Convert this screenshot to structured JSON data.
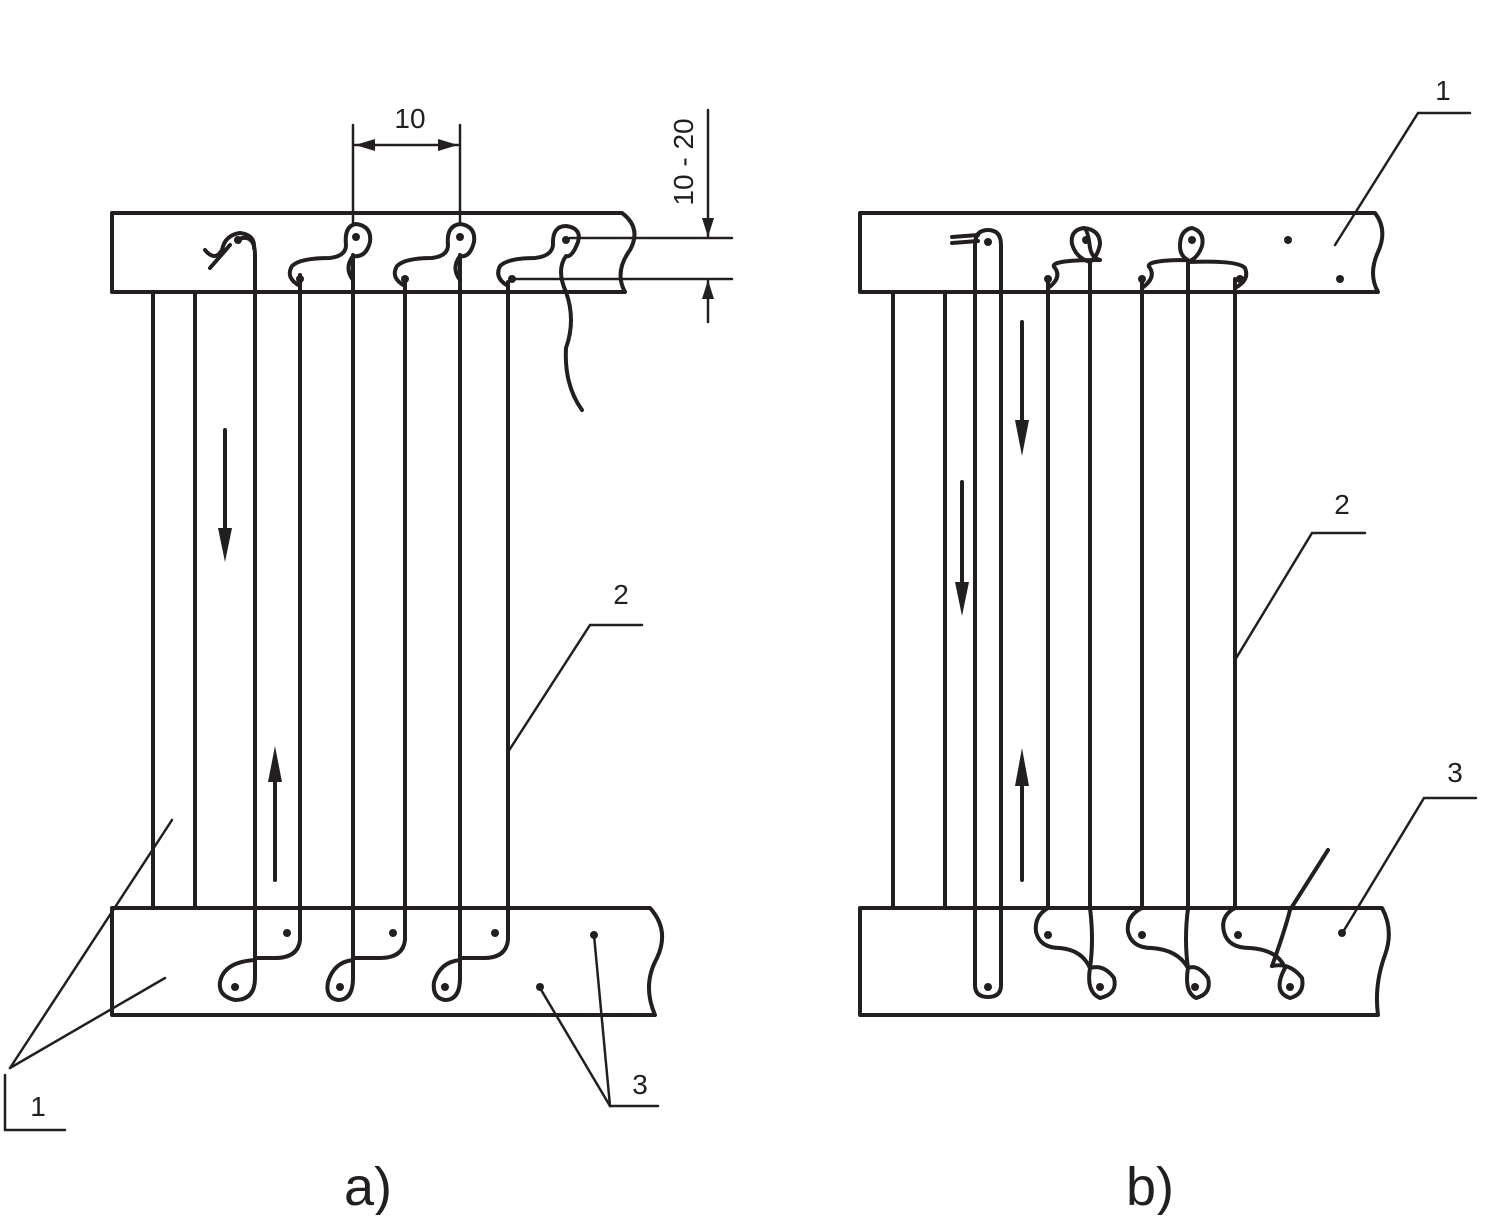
{
  "figure": {
    "panel_a": {
      "caption": "a)",
      "dimension_width": "10",
      "dimension_height": "10 - 20",
      "labels": {
        "frame": "1",
        "warp": "2",
        "pins": "3"
      }
    },
    "panel_b": {
      "caption": "b)",
      "labels": {
        "frame": "1",
        "warp": "2",
        "pins": "3"
      }
    }
  },
  "colors": {
    "ink": "#231f20",
    "background": "#ffffff"
  }
}
